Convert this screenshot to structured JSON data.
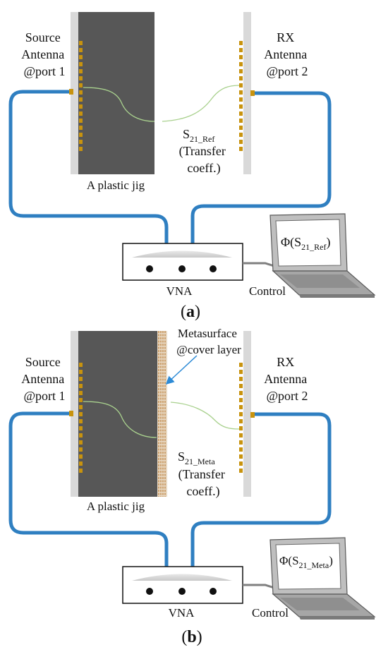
{
  "panel_a": {
    "source_lines": [
      "Source",
      "Antenna",
      "@port 1"
    ],
    "rx_lines": [
      "RX",
      "Antenna",
      "@port 2"
    ],
    "s21_main": "S",
    "s21_sub": "21_Ref",
    "transfer_lines": [
      "(Transfer",
      "coeff.)"
    ],
    "jig_label": "A plastic jig",
    "vna_label": "VNA",
    "control_label": "Control",
    "screen_prefix": "Φ(S",
    "screen_sub": "21_Ref",
    "screen_suffix": ")",
    "caption_letter": "a"
  },
  "panel_b": {
    "source_lines": [
      "Source",
      "Antenna",
      "@port 1"
    ],
    "rx_lines": [
      "RX",
      "Antenna",
      "@port 2"
    ],
    "meta_lines": [
      "Metasurface",
      "@cover layer"
    ],
    "s21_main": "S",
    "s21_sub": "21_Meta",
    "transfer_lines": [
      "(Transfer",
      "coeff.)"
    ],
    "jig_label": "A plastic jig",
    "vna_label": "VNA",
    "control_label": "Control",
    "screen_prefix": "Φ(S",
    "screen_sub": "21_Meta",
    "screen_suffix": ")",
    "caption_letter": "b"
  },
  "colors": {
    "cable": "#2f7fc1",
    "jig": "#575757",
    "antenna_plate": "#d9d9d9",
    "antenna_element": "#c8930e",
    "signal_curve": "#a9d18e",
    "metasurface_stripe": "#c0894a",
    "pointer_arrow": "#2e8bd6"
  }
}
